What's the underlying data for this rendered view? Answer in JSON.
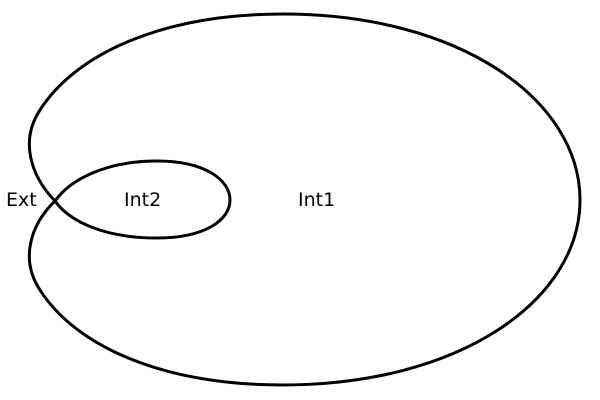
{
  "diagram": {
    "curve_color": "#000000",
    "background_color": "#ffffff",
    "labels": {
      "exterior": "Ext",
      "interior_inner": "Int2",
      "interior_outer": "Int1"
    }
  }
}
